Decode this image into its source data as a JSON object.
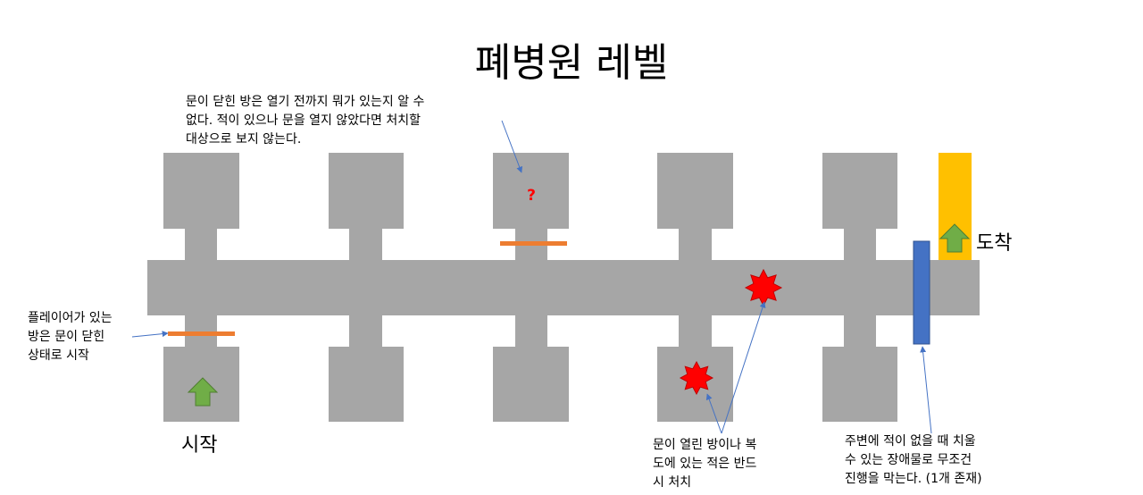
{
  "title": "폐병원 레벨",
  "labels": {
    "start": "시작",
    "arrival": "도착",
    "unknown_room_mark": "?"
  },
  "notes": {
    "closed_rooms": "문이 닫힌 방은 열기 전까지 뭐가 있는지 알 수\n없다. 적이 있으나 문을 열지 않았다면 처치할\n대상으로 보지 않는다.",
    "player_room": "플레이어가 있는\n방은 문이 닫힌\n상태로 시작",
    "enemies": "문이 열린 방이나 복\n도에 있는 적은 반드\n시 처치",
    "obstacle": "주변에 적이 없을 때 치울\n수 있는 장애물로 무조건\n진행을 막는다. (1개 존재)"
  },
  "colors": {
    "floor": "#a6a6a6",
    "door": "#ed7d31",
    "enemy": "#ff0000",
    "arrow": "#70ad47",
    "arrow_outline": "#507e32",
    "goal": "#ffc000",
    "obstacle": "#4472c4",
    "obstacle_outline": "#2f528f",
    "pointer_line": "#4472c4",
    "question_mark": "#ff0000"
  }
}
